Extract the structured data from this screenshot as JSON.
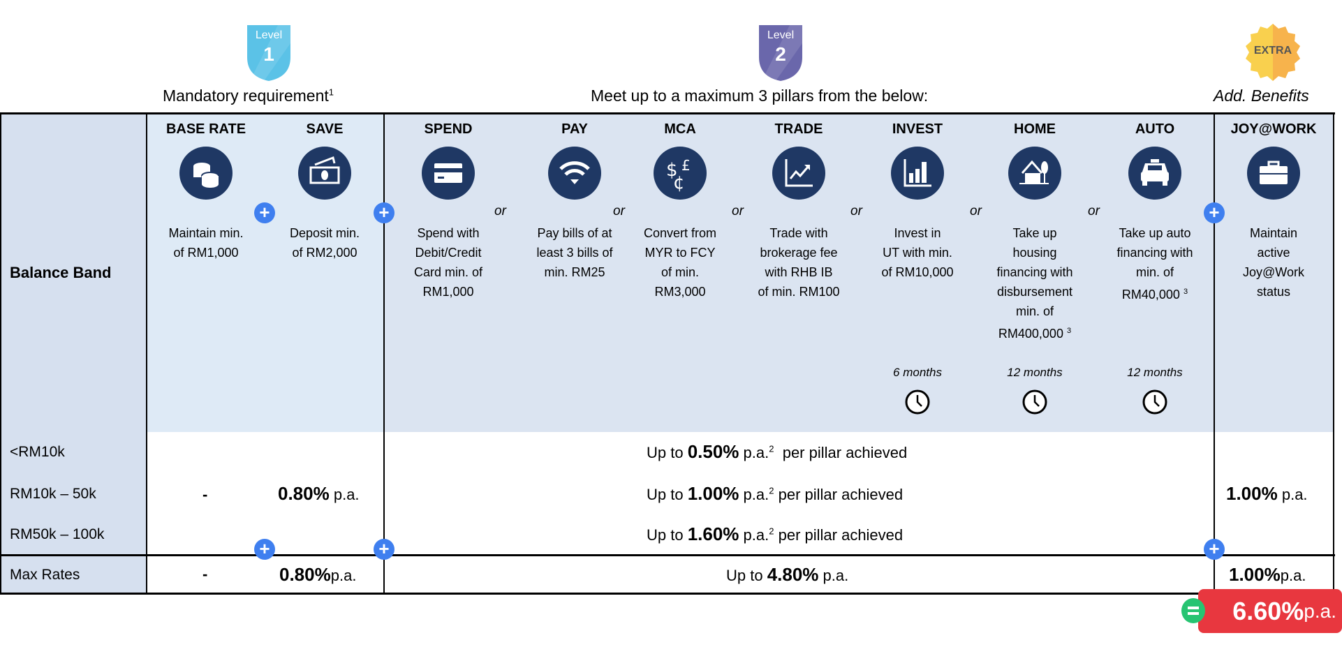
{
  "levels": {
    "level1": {
      "word": "Level",
      "num": "1",
      "subtitle": "Mandatory requirement",
      "sup": "1"
    },
    "level2": {
      "word": "Level",
      "num": "2",
      "subtitle": "Meet up to a maximum 3 pillars from the below:"
    },
    "extra": {
      "word": "EXTRA",
      "subtitle": "Add. Benefits"
    }
  },
  "row_header": "Balance Band",
  "columns": [
    {
      "name": "BASE RATE",
      "icon": "coins-icon",
      "desc": [
        "Maintain min.",
        "of RM1,000"
      ]
    },
    {
      "name": "SAVE",
      "icon": "cash-icon",
      "desc": [
        "Deposit min.",
        "of RM2,000"
      ]
    },
    {
      "name": "SPEND",
      "icon": "credit-card-icon",
      "desc": [
        "Spend with",
        "Debit/Credit",
        "Card min. of",
        "RM1,000"
      ]
    },
    {
      "name": "PAY",
      "icon": "wifi-icon",
      "desc": [
        "Pay bills of at",
        "least 3 bills of",
        "min. RM25"
      ]
    },
    {
      "name": "MCA",
      "icon": "currency-icon",
      "desc": [
        "Convert from",
        "MYR to FCY",
        "of min.",
        "RM3,000"
      ]
    },
    {
      "name": "TRADE",
      "icon": "trend-chart-icon",
      "desc": [
        "Trade with",
        "brokerage fee",
        "with RHB IB",
        "of min. RM100"
      ]
    },
    {
      "name": "INVEST",
      "icon": "bar-chart-icon",
      "desc": [
        "Invest in",
        "UT with min.",
        "of RM10,000"
      ],
      "months": "6 months"
    },
    {
      "name": "HOME",
      "icon": "house-icon",
      "desc": [
        "Take up",
        "housing",
        "financing with",
        "disbursement",
        "min. of",
        "RM400,000"
      ],
      "sup": "3",
      "months": "12 months"
    },
    {
      "name": "AUTO",
      "icon": "car-icon",
      "desc": [
        "Take up auto",
        "financing with",
        "min. of",
        "RM40,000"
      ],
      "sup": "3",
      "months": "12 months"
    },
    {
      "name": "JOY@WORK",
      "icon": "briefcase-icon",
      "desc": [
        "Maintain",
        "active",
        "Joy@Work",
        "status"
      ]
    }
  ],
  "or_label": "or",
  "bands": [
    {
      "label": "<RM10k",
      "pillar": {
        "pre": "Up to ",
        "rate": "0.50%",
        "post": " p.a.",
        "sup": "2",
        "tail": "  per pillar achieved"
      }
    },
    {
      "label": "RM10k – 50k",
      "base": "-",
      "save_rate": "0.80%",
      "save_unit": " p.a.",
      "pillar": {
        "pre": "Up to ",
        "rate": "1.00%",
        "post": " p.a.",
        "sup": "2",
        "tail": " per pillar achieved"
      },
      "joy_rate": "1.00%",
      "joy_unit": " p.a."
    },
    {
      "label": "RM50k – 100k",
      "pillar": {
        "pre": "Up to ",
        "rate": "1.60%",
        "post": " p.a.",
        "sup": "2",
        "tail": " per pillar achieved"
      }
    }
  ],
  "max_rates": {
    "label": "Max Rates",
    "base": "-",
    "save_rate": "0.80%",
    "save_unit": "p.a.",
    "pillar_pre": "Up to ",
    "pillar_rate": "4.80%",
    "pillar_unit": " p.a.",
    "joy_rate": "1.00%",
    "joy_unit": "p.a."
  },
  "total": {
    "rate": "6.60%",
    "unit": "p.a."
  },
  "colors": {
    "navy": "#1f3864",
    "plus": "#3f7fef",
    "total_bg": "#e8373f",
    "equals": "#27c472",
    "level1": "#5bc2e7",
    "level2": "#6a67ab",
    "extra": "#f7c548"
  }
}
